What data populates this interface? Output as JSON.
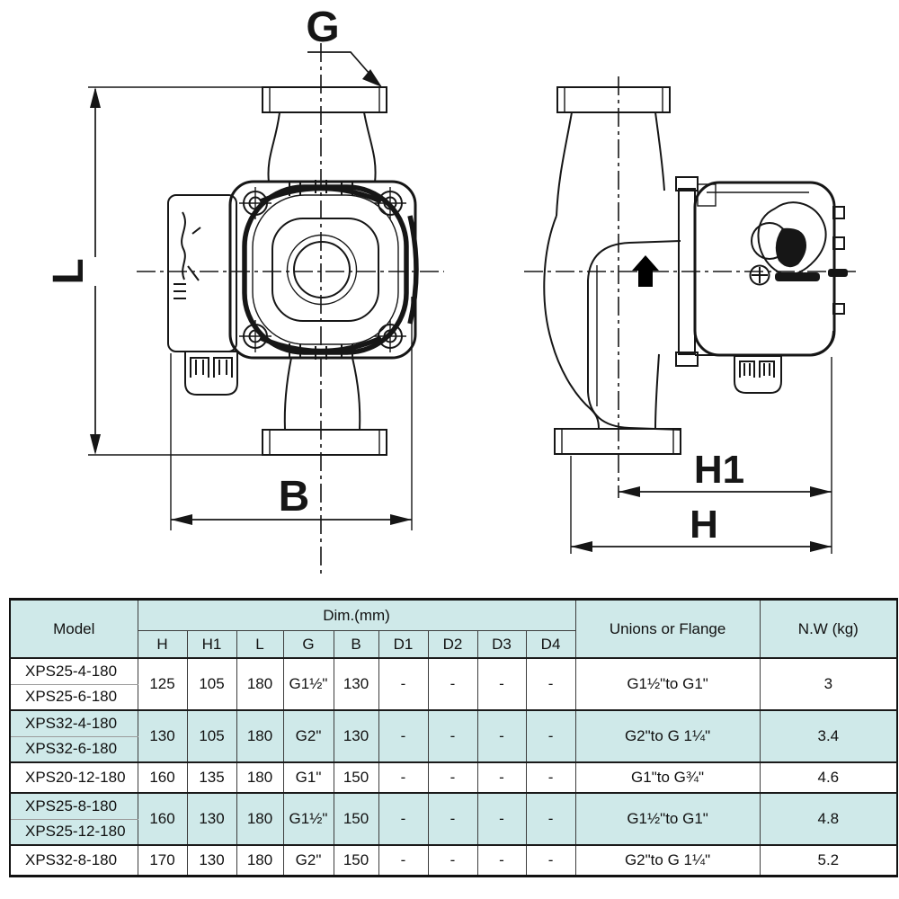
{
  "diagram": {
    "labels": {
      "g": "G",
      "l": "L",
      "b": "B",
      "h1": "H1",
      "h": "H"
    }
  },
  "table": {
    "headers": {
      "model": "Model",
      "dim": "Dim.(mm)",
      "dim_cols": [
        "H",
        "H1",
        "L",
        "G",
        "B",
        "D1",
        "D2",
        "D3",
        "D4"
      ],
      "unions": "Unions or Flange",
      "nw": "N.W (kg)"
    },
    "groups": [
      {
        "models": [
          "XPS25-4-180",
          "XPS25-6-180"
        ],
        "shaded": false,
        "values": [
          "125",
          "105",
          "180",
          "G1½\"",
          "130",
          "-",
          "-",
          "-",
          "-"
        ],
        "unions": "G1½\"to G1\"",
        "nw": "3"
      },
      {
        "models": [
          "XPS32-4-180",
          "XPS32-6-180"
        ],
        "shaded": true,
        "values": [
          "130",
          "105",
          "180",
          "G2\"",
          "130",
          "-",
          "-",
          "-",
          "-"
        ],
        "unions": "G2\"to G 1¼\"",
        "nw": "3.4"
      },
      {
        "models": [
          "XPS20-12-180"
        ],
        "shaded": false,
        "values": [
          "160",
          "135",
          "180",
          "G1\"",
          "150",
          "-",
          "-",
          "-",
          "-"
        ],
        "unions": "G1\"to G¾\"",
        "nw": "4.6"
      },
      {
        "models": [
          "XPS25-8-180",
          "XPS25-12-180"
        ],
        "shaded": true,
        "values": [
          "160",
          "130",
          "180",
          "G1½\"",
          "150",
          "-",
          "-",
          "-",
          "-"
        ],
        "unions": "G1½\"to G1\"",
        "nw": "4.8"
      },
      {
        "models": [
          "XPS32-8-180"
        ],
        "shaded": false,
        "values": [
          "170",
          "130",
          "180",
          "G2\"",
          "150",
          "-",
          "-",
          "-",
          "-"
        ],
        "unions": "G2\"to G 1¼\"",
        "nw": "5.2"
      }
    ]
  }
}
